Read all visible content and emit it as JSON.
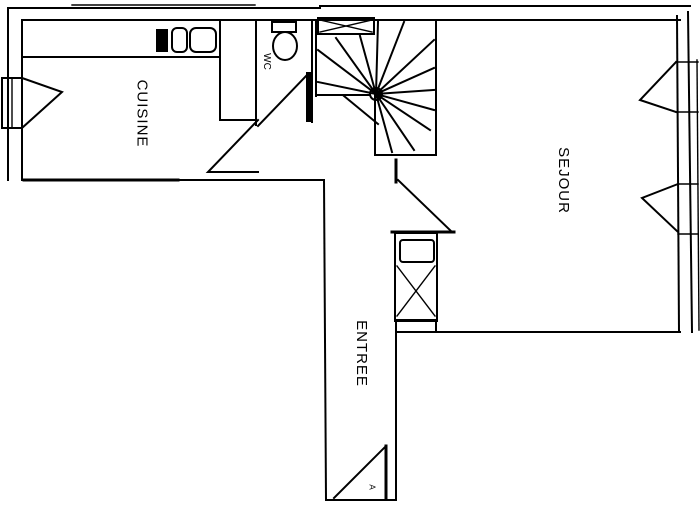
{
  "plan": {
    "rooms": [
      {
        "id": "cuisine",
        "label": "CUISINE"
      },
      {
        "id": "sejour",
        "label": "SEJOUR"
      },
      {
        "id": "entree",
        "label": "ENTREE"
      },
      {
        "id": "wc",
        "label": "WC"
      }
    ],
    "marker": "A",
    "colors": {
      "line": "#000000",
      "background": "#ffffff",
      "fill": "#000000"
    }
  }
}
